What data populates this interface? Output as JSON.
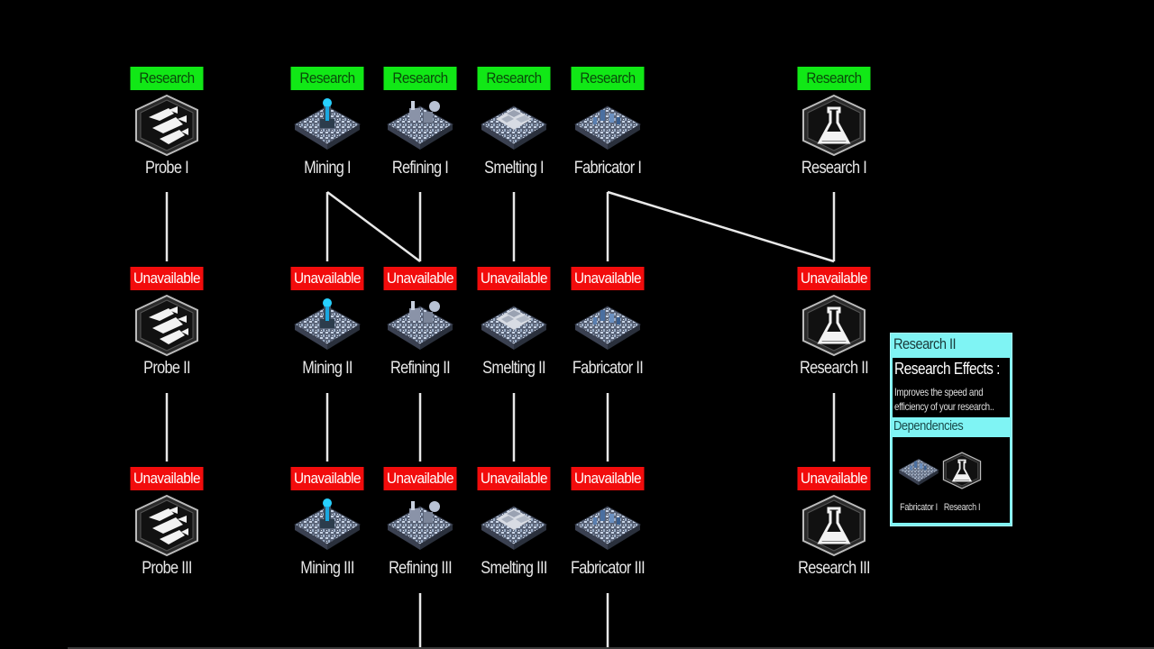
{
  "colors": {
    "available": "#11e816",
    "unavailable": "#f20c0c",
    "tooltip": "#7ff4f4",
    "background": "#000000"
  },
  "nodes": {
    "probe1": {
      "status": "Research",
      "label": "Probe I",
      "icon": "probe-icon"
    },
    "mining1": {
      "status": "Research",
      "label": "Mining I",
      "icon": "mining-icon"
    },
    "refining1": {
      "status": "Research",
      "label": "Refining I",
      "icon": "refining-icon"
    },
    "smelting1": {
      "status": "Research",
      "label": "Smelting I",
      "icon": "smelting-icon"
    },
    "fabricator1": {
      "status": "Research",
      "label": "Fabricator I",
      "icon": "fabricator-icon"
    },
    "research1": {
      "status": "Research",
      "label": "Research I",
      "icon": "flask-icon"
    },
    "probe2": {
      "status": "Unavailable",
      "label": "Probe II",
      "icon": "probe-icon"
    },
    "mining2": {
      "status": "Unavailable",
      "label": "Mining II",
      "icon": "mining-icon"
    },
    "refining2": {
      "status": "Unavailable",
      "label": "Refining II",
      "icon": "refining-icon"
    },
    "smelting2": {
      "status": "Unavailable",
      "label": "Smelting II",
      "icon": "smelting-icon"
    },
    "fabricator2": {
      "status": "Unavailable",
      "label": "Fabricator II",
      "icon": "fabricator-icon"
    },
    "research2": {
      "status": "Unavailable",
      "label": "Research II",
      "icon": "flask-icon"
    },
    "probe3": {
      "status": "Unavailable",
      "label": "Probe III",
      "icon": "probe-icon"
    },
    "mining3": {
      "status": "Unavailable",
      "label": "Mining III",
      "icon": "mining-icon"
    },
    "refining3": {
      "status": "Unavailable",
      "label": "Refining III",
      "icon": "refining-icon"
    },
    "smelting3": {
      "status": "Unavailable",
      "label": "Smelting III",
      "icon": "smelting-icon"
    },
    "fabricator3": {
      "status": "Unavailable",
      "label": "Fabricator III",
      "icon": "fabricator-icon"
    },
    "research3": {
      "status": "Unavailable",
      "label": "Research III",
      "icon": "flask-icon"
    }
  },
  "tooltip": {
    "title": "Research II",
    "effects_heading": "Research Effects :",
    "effects_text": "Improves the speed and efficiency of your research..",
    "dependencies_heading": "Dependencies",
    "dependencies": [
      {
        "label": "Fabricator I",
        "icon": "fabricator-icon"
      },
      {
        "label": "Research I",
        "icon": "flask-icon"
      }
    ]
  }
}
